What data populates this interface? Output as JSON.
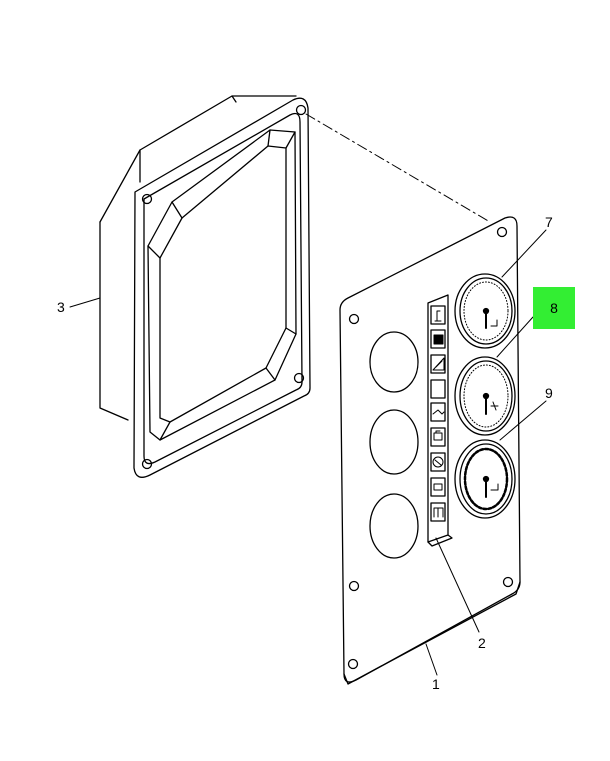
{
  "callouts": [
    {
      "id": "1",
      "label": "1"
    },
    {
      "id": "2",
      "label": "2"
    },
    {
      "id": "3",
      "label": "3"
    },
    {
      "id": "7",
      "label": "7"
    },
    {
      "id": "8",
      "label": "8",
      "highlighted": true
    },
    {
      "id": "9",
      "label": "9"
    }
  ],
  "highlight_color": "#33ee33",
  "line_color": "#000000",
  "indicator_icons": [
    "lever-icon",
    "battery-icon",
    "ramp-icon",
    "blank-icon",
    "oil-can-icon",
    "engine-icon",
    "wheel-icon",
    "engine-outline-icon",
    "person-icon",
    "fuel-pump-icon"
  ]
}
